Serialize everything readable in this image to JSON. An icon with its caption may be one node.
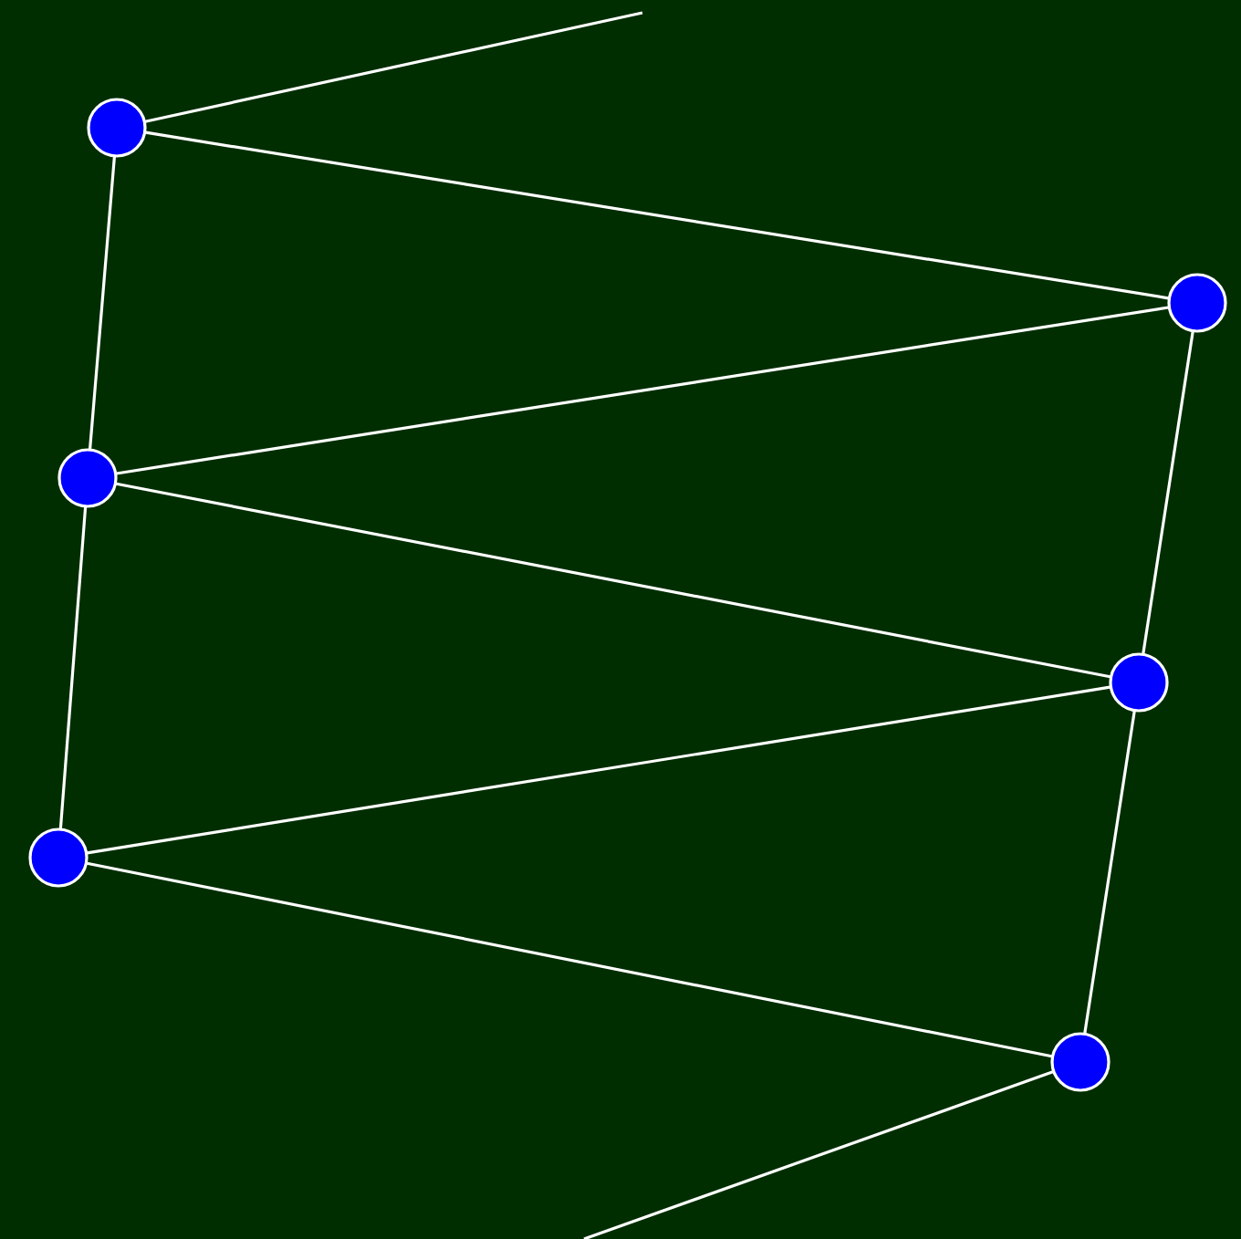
{
  "diagram": {
    "nodes": [
      {
        "text": [],
        "shape": "circle"
      },
      {
        "text": [],
        "shape": "circle"
      },
      {
        "text": [],
        "shape": "circle"
      },
      {
        "text": [],
        "shape": "circle"
      },
      {
        "text": [],
        "shape": "circle"
      },
      {
        "text": [],
        "shape": "circle"
      }
    ],
    "edges": [
      {
        "from": null,
        "to": 0,
        "arrow": "none"
      },
      {
        "from": 0,
        "to": 1,
        "arrow": "none"
      },
      {
        "from": 0,
        "to": 2,
        "arrow": "none"
      },
      {
        "from": 1,
        "to": 2,
        "arrow": "none"
      },
      {
        "from": 1,
        "to": 3,
        "arrow": "none"
      },
      {
        "from": 2,
        "to": 3,
        "arrow": "none"
      },
      {
        "from": 2,
        "to": 4,
        "arrow": "none"
      },
      {
        "from": 3,
        "to": 4,
        "arrow": "none"
      },
      {
        "from": 3,
        "to": 5,
        "arrow": "none"
      },
      {
        "from": 4,
        "to": 5,
        "arrow": "none"
      },
      {
        "from": 5,
        "to": null,
        "arrow": "none"
      }
    ]
  }
}
